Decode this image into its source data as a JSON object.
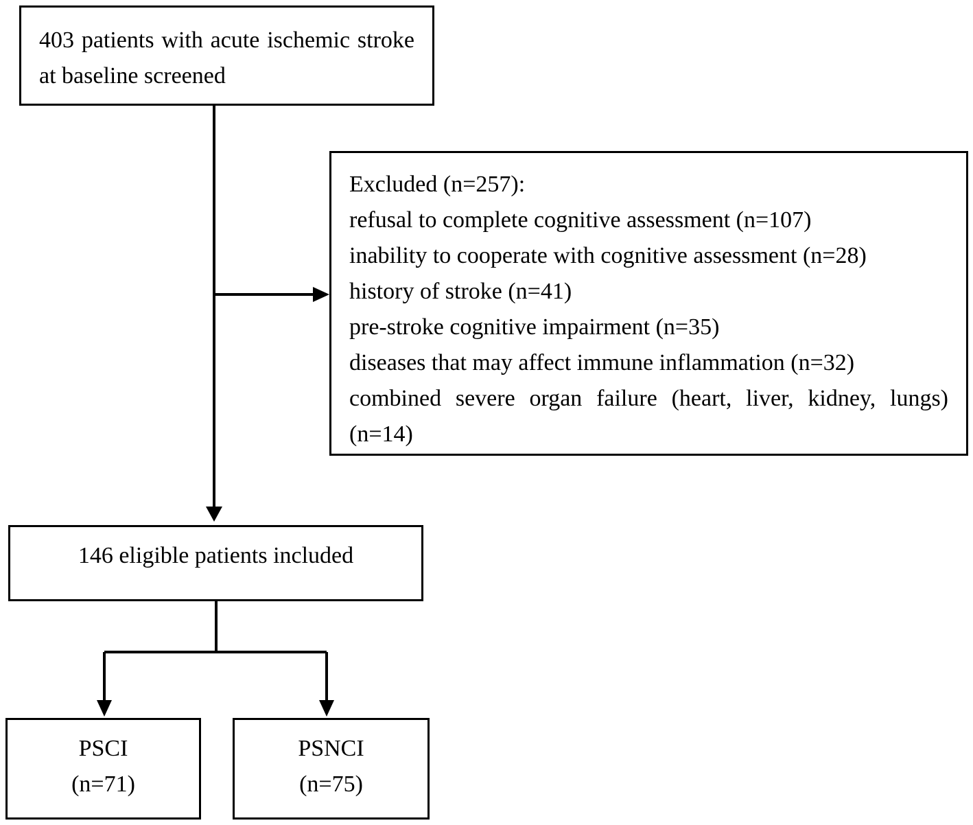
{
  "flowchart": {
    "screened": {
      "text": "403 patients with acute ischemic stroke at baseline screened"
    },
    "excluded": {
      "heading": "Excluded (n=257):",
      "reasons": [
        "refusal to complete cognitive assessment (n=107)",
        "inability to cooperate with cognitive assessment (n=28)",
        "history of stroke (n=41)",
        "pre-stroke cognitive impairment (n=35)",
        "diseases that may affect immune inflammation (n=32)",
        "combined severe organ failure (heart, liver, kidney, lungs) (n=14)"
      ]
    },
    "included": {
      "text": "146 eligible patients included"
    },
    "groups": [
      {
        "label": "PSCI",
        "count": "(n=71)"
      },
      {
        "label": "PSNCI",
        "count": "(n=75)"
      }
    ]
  },
  "colors": {
    "line": "#000000",
    "background": "#ffffff"
  }
}
